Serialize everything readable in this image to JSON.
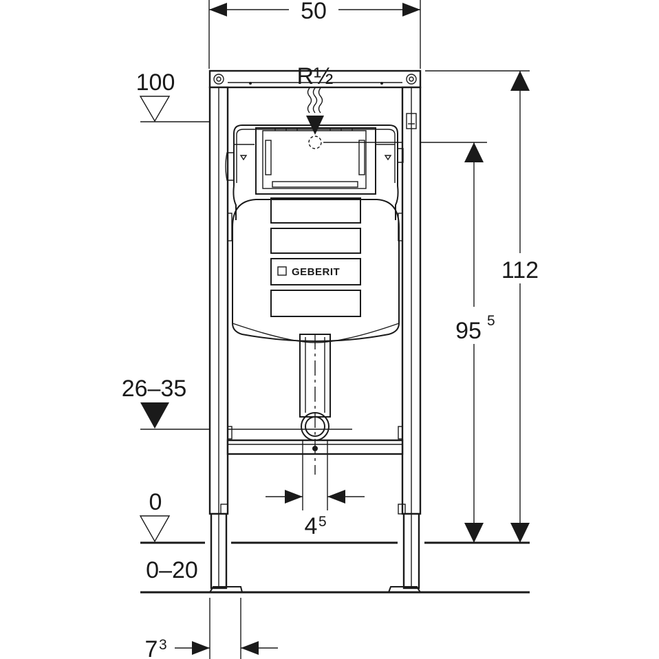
{
  "dimensions": {
    "overall_width": "50",
    "overall_height": "112",
    "water_connection_label": "R½",
    "connection_height_main": "95",
    "connection_height_sup": "5",
    "level_top": "100",
    "level_drain": "26–35",
    "level_floor": "0",
    "floor_build_up": "0–20",
    "drain_offset_main": "4",
    "drain_offset_sup": "5",
    "foot_offset_main": "7",
    "foot_offset_sup": "3"
  },
  "brand": {
    "logo_text": "GEBERIT"
  },
  "colors": {
    "ink": "#1a1a1a",
    "background": "#ffffff"
  }
}
